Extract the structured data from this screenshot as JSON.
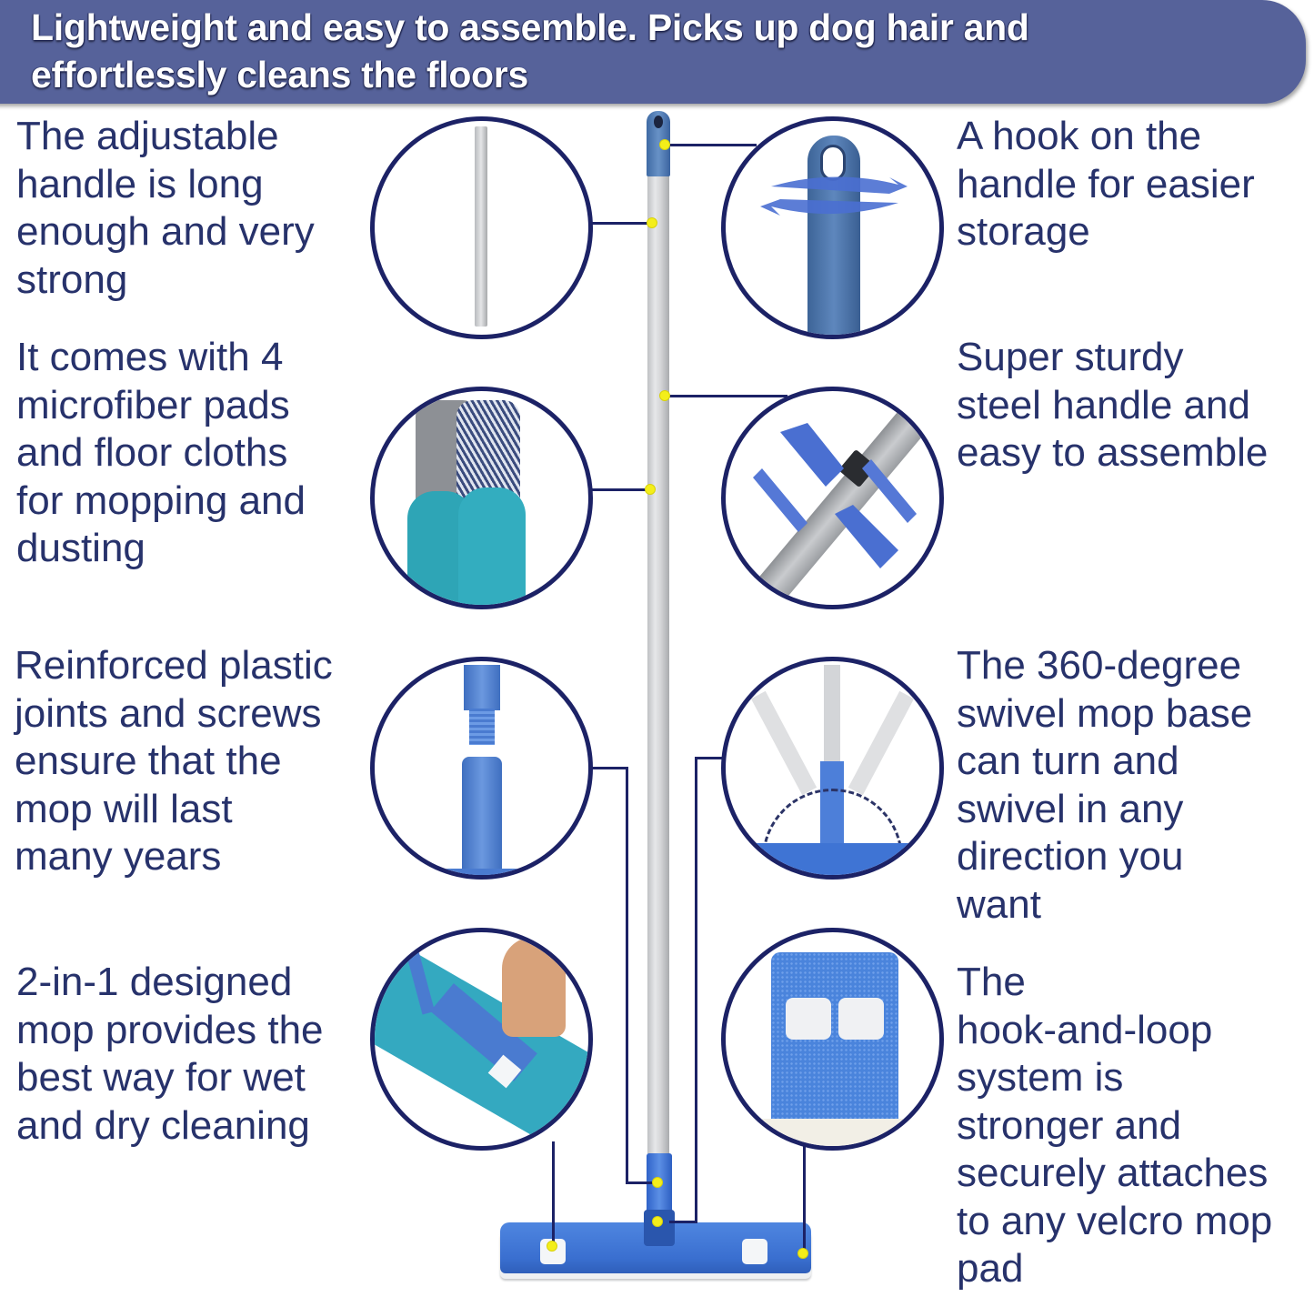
{
  "banner": {
    "line1": "Lightweight and easy to assemble. Picks up dog hair and",
    "line2": "effortlessly cleans the floors",
    "background_color": "#56629a",
    "text_color": "#ffffff"
  },
  "features": {
    "left": [
      {
        "id": "adjustable-handle",
        "text": "The adjustable\nhandle is long\nenough and very\nstrong",
        "image": "handle-pole-icon"
      },
      {
        "id": "microfiber-pads",
        "text": "It comes with 4\nmicrofiber pads\nand floor cloths\nfor mopping and\ndusting",
        "image": "microfiber-pads-icon"
      },
      {
        "id": "plastic-joints",
        "text": "Reinforced plastic\njoints and screws\nensure that the\nmop will last\nmany years",
        "image": "threaded-joint-icon"
      },
      {
        "id": "two-in-one",
        "text": "2-in-1 designed\nmop provides the\nbest way for wet\nand dry cleaning",
        "image": "towel-wrap-icon"
      }
    ],
    "right": [
      {
        "id": "hook-handle",
        "text": "A hook on the\nhandle for easier\nstorage",
        "image": "hook-rotate-icon"
      },
      {
        "id": "steel-handle",
        "text": "Super sturdy\nsteel handle and\neasy to assemble",
        "image": "screw-assemble-icon"
      },
      {
        "id": "swivel-base",
        "text": "The 360-degree\nswivel mop base\ncan turn and\nswivel in any\ndirection you\nwant",
        "image": "swivel-base-icon"
      },
      {
        "id": "hook-and-loop",
        "text": "The\nhook-and-loop\nsystem is\nstronger and\nsecurely attaches\nto any velcro mop\npad",
        "image": "velcro-base-icon"
      }
    ]
  },
  "colors": {
    "text": "#27326b",
    "circle_border": "#1c2266",
    "marker_dot": "#f4ee1a",
    "mop_blue": "#3a6fd0",
    "handle_gray": "#d5d6d8"
  }
}
